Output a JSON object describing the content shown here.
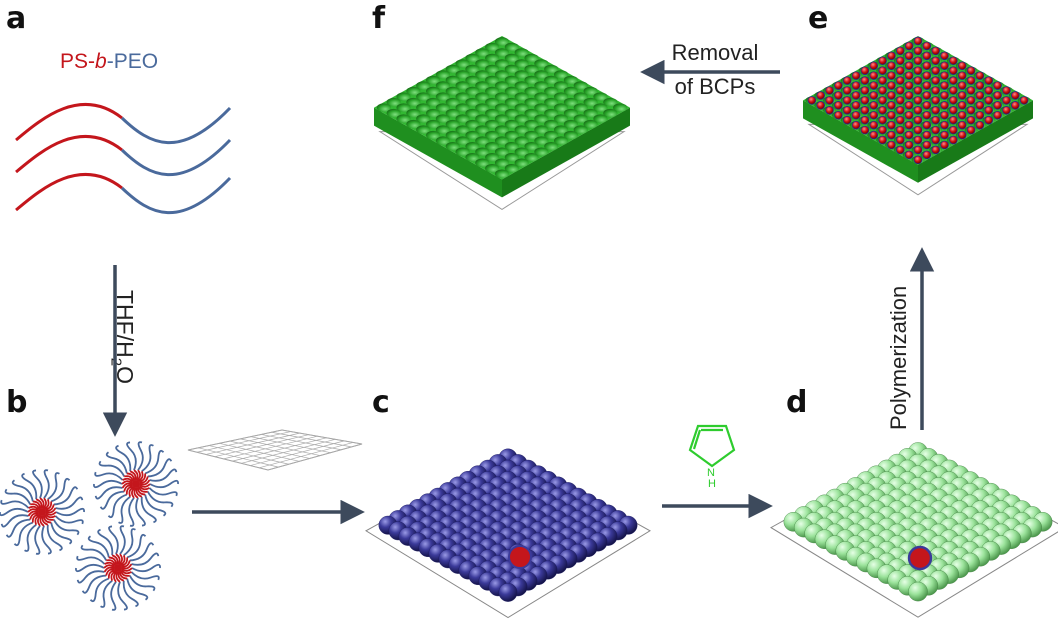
{
  "panels": {
    "a": "a",
    "b": "b",
    "c": "c",
    "d": "d",
    "e": "e",
    "f": "f"
  },
  "polymer": {
    "ps": "PS-",
    "b": "b",
    "peo": "-PEO"
  },
  "steps": {
    "solvent_main": "THF/H",
    "solvent_sub": "2",
    "solvent_tail": "O",
    "polymerization": "Polymerization",
    "removal_line1": "Removal",
    "removal_line2": "of BCPs",
    "pyrrole_h": "N",
    "pyrrole_h2": "H"
  },
  "colors": {
    "ps_red": "#c4161c",
    "peo_blue": "#4a6a9c",
    "arrow": "#3d4a5c",
    "sphere_blue": "#3b3a9a",
    "sphere_green": "#9be39b",
    "slab_green": "#2fb32f",
    "pyrrole_green": "#2ecc2e"
  }
}
